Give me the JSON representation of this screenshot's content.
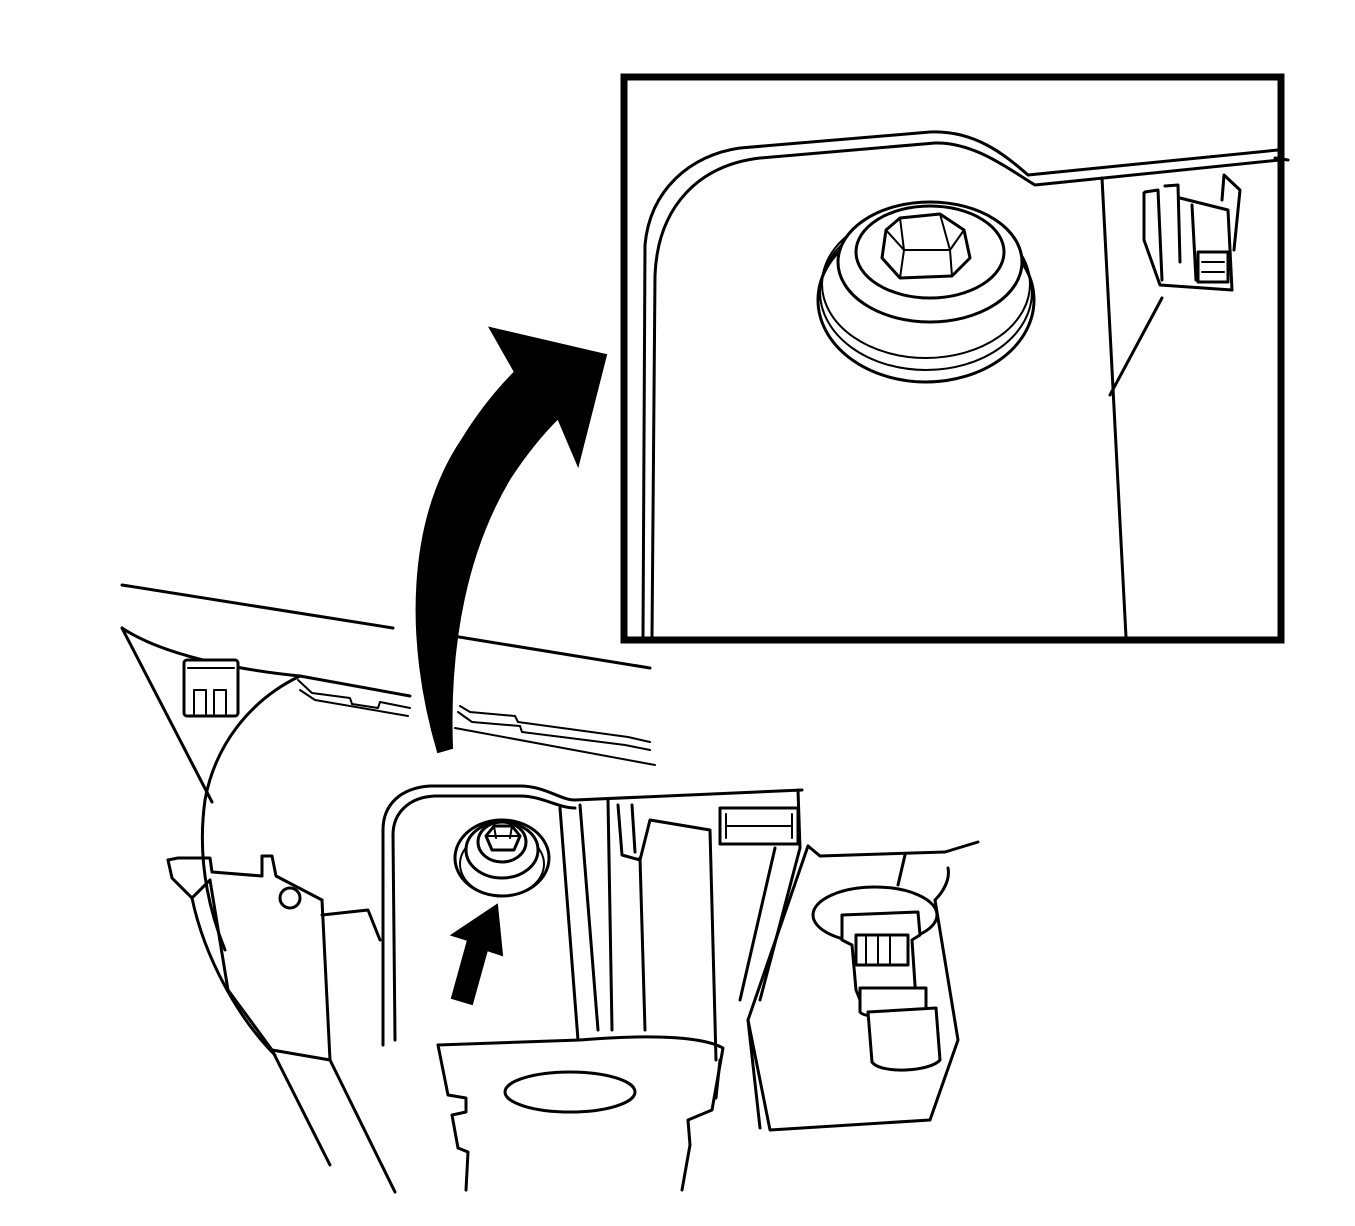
{
  "figure": {
    "description_text": "",
    "colors": {
      "line": "#000000",
      "background": "#ffffff"
    },
    "parts": {
      "detail_view": "enlarged-view-inset",
      "callout_arrow": "curved-callout-arrow",
      "pointer_arrow": "location-arrow",
      "fastener": "bolt-with-washer"
    }
  }
}
